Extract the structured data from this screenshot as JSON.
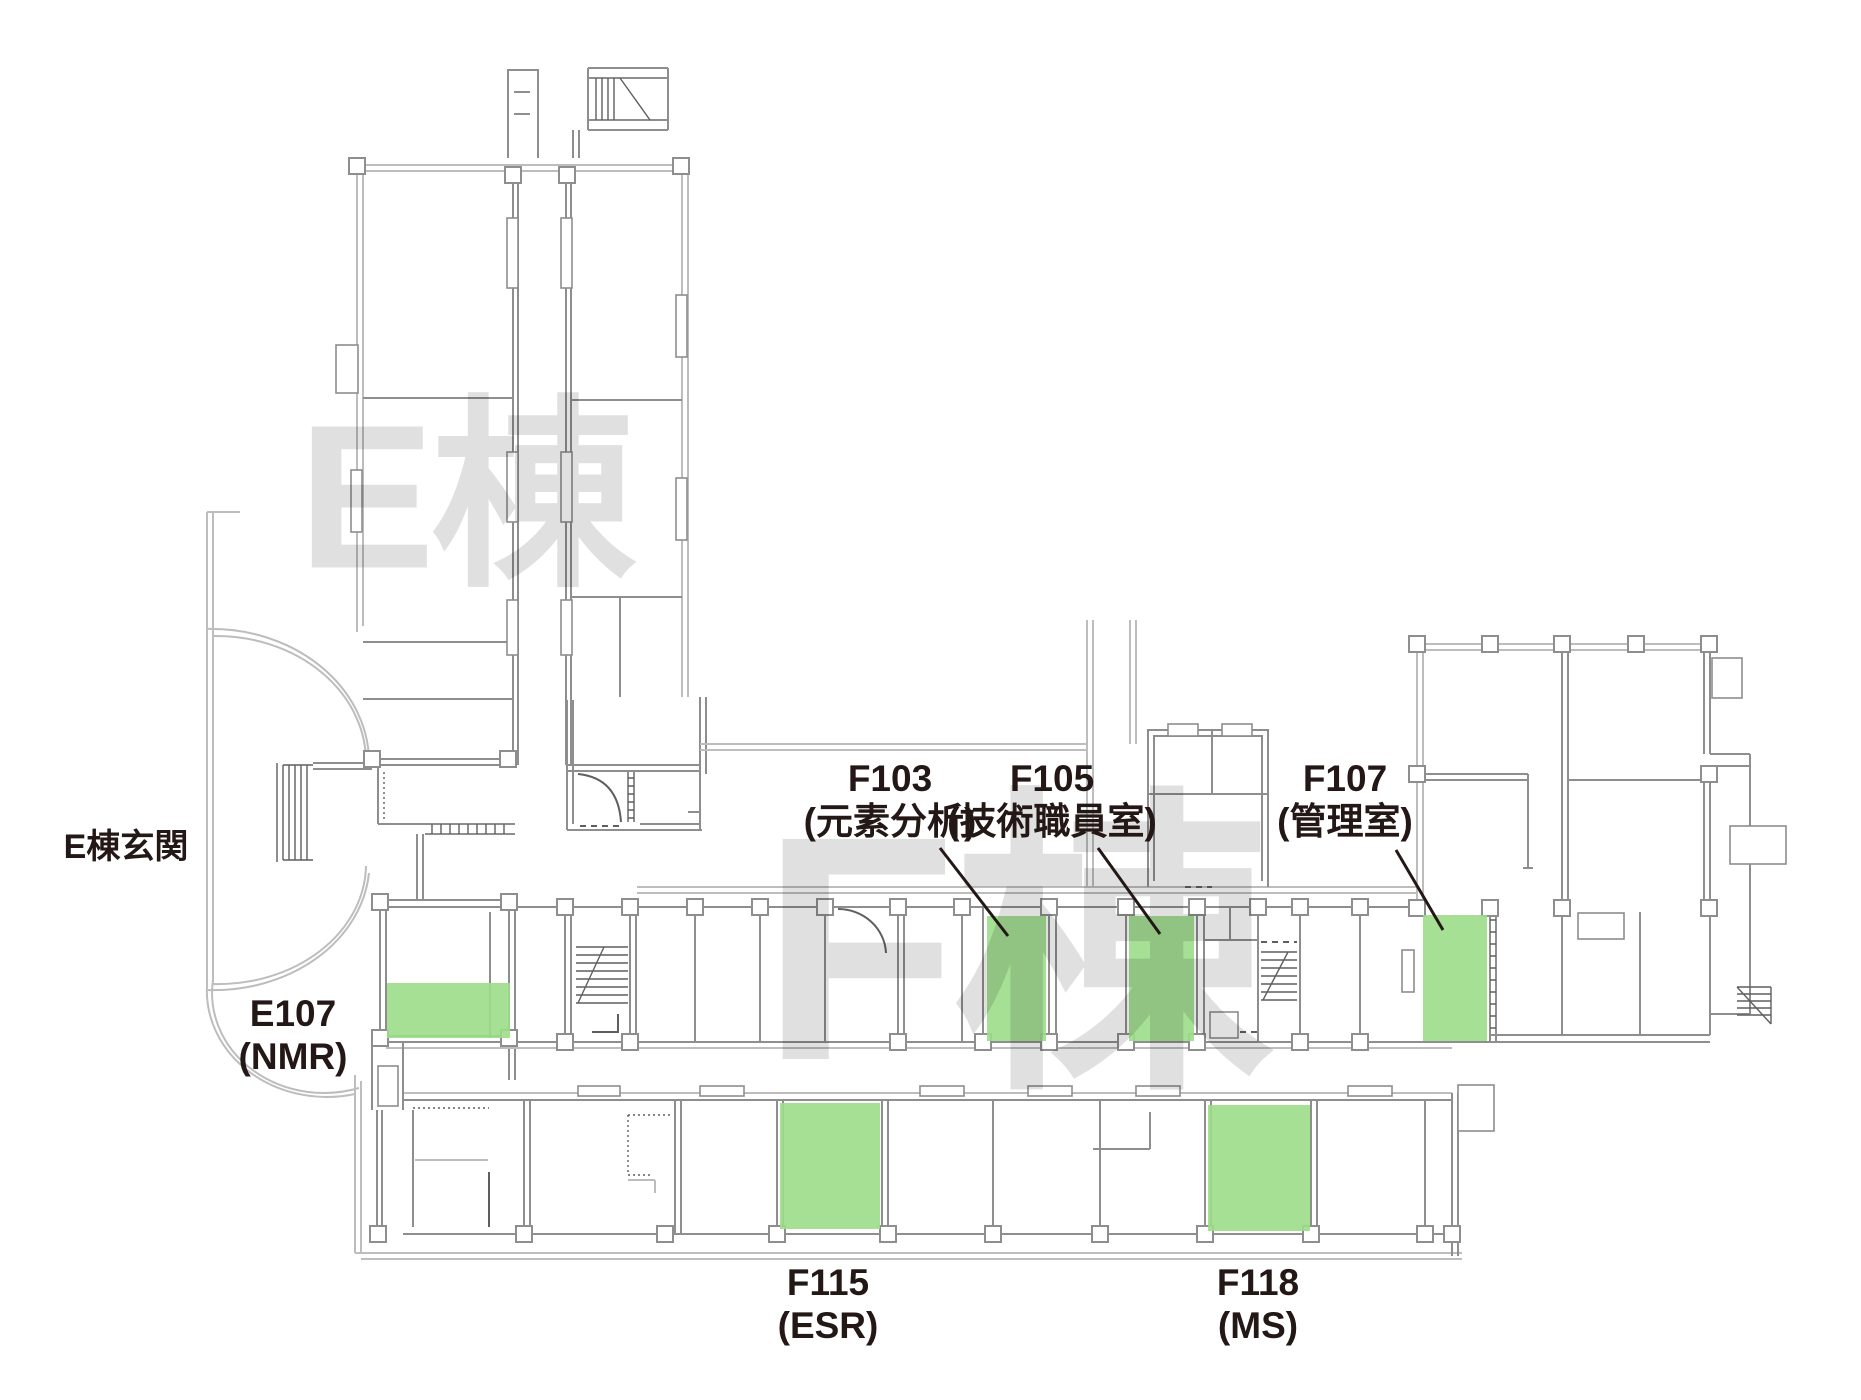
{
  "watermarks": [
    {
      "id": "e-wing",
      "text": "E棟"
    },
    {
      "id": "f-wing",
      "text": "F棟"
    }
  ],
  "entrance": {
    "label": "E棟玄関"
  },
  "rooms": [
    {
      "id": "E107",
      "code": "E107",
      "name": "(NMR)"
    },
    {
      "id": "F103",
      "code": "F103",
      "name": "(元素分析)"
    },
    {
      "id": "F105",
      "code": "F105",
      "name": "(技術職員室)"
    },
    {
      "id": "F107",
      "code": "F107",
      "name": "(管理室)"
    },
    {
      "id": "F115",
      "code": "F115",
      "name": "(ESR)"
    },
    {
      "id": "F118",
      "code": "F118",
      "name": "(MS)"
    }
  ],
  "colors": {
    "highlight_green": "#9BDD88",
    "label_text": "#231815",
    "watermark_gray": "rgba(0,0,0,0.12)",
    "wall_light": "#bdbdbd",
    "wall_mid": "#8e8e8e"
  }
}
